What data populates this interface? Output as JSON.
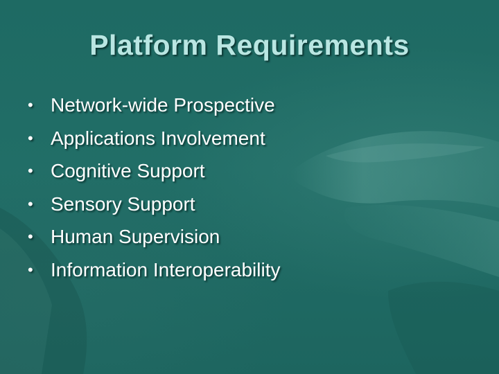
{
  "slide": {
    "title": "Platform Requirements",
    "bullet_glyph": "•",
    "bullets": [
      "Network-wide Prospective",
      "Applications Involvement",
      "Cognitive Support",
      "Sensory Support",
      "Human Supervision",
      "Information Interoperability"
    ]
  },
  "colors": {
    "background": "#1f6b64",
    "title": "#b9e6e2",
    "bullet_text": "#ffffff"
  }
}
